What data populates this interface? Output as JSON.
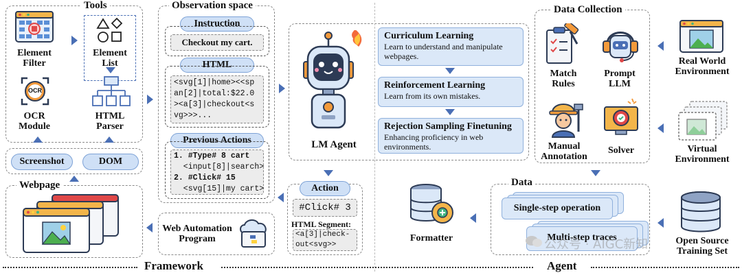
{
  "tools": {
    "title": "Tools",
    "element_filter": [
      "Element",
      "Filter"
    ],
    "element_list": [
      "Element",
      "List"
    ],
    "ocr_badge": "OCR",
    "ocr_module": [
      "OCR",
      "Module"
    ],
    "html_parser": [
      "HTML",
      "Parser"
    ],
    "screenshot": "Screenshot",
    "dom": "DOM",
    "webpage": "Webpage"
  },
  "observation": {
    "title": "Observation space",
    "instruction_label": "Instruction",
    "instruction_text": "Checkout my cart.",
    "html_label": "HTML",
    "html_lines": [
      "<svg[1]|home><<sp",
      "an[2]|total:$22.0",
      "><a[3]|checkout<s",
      "vg>>>..."
    ],
    "prev_label": "Previous Actions",
    "prev_lines": [
      "1. #Type# 8 cart",
      "  <input[8]|search>",
      "2. #Click# 15",
      "  <svg[15]|my cart>"
    ]
  },
  "agent": {
    "label": "LM Agent",
    "curriculum_title": "Curriculum Learning",
    "curriculum_text": "Learn to understand and manipulate webpages.",
    "rl_title": "Reinforcement Learning",
    "rl_text": "Learn from its own mistakes.",
    "rs_title": "Rejection Sampling Finetuning",
    "rs_text": "Enhancing proficiency in web environments."
  },
  "action": {
    "label": "Action",
    "code": "#Click# 3",
    "segment_label": "HTML Segment:",
    "segment_lines": [
      "<a[3]|check-",
      "out<svg>>"
    ]
  },
  "web_automation": [
    "Web Automation",
    "Program"
  ],
  "data_collection": {
    "title": "Data Collection",
    "match_rules": [
      "Match",
      "Rules"
    ],
    "prompt_llm": [
      "Prompt",
      "LLM"
    ],
    "manual_annotation": [
      "Manual",
      "Annotation"
    ],
    "solver": "Solver"
  },
  "environments": {
    "real_world": [
      "Real World",
      "Environment"
    ],
    "virtual": [
      "Virtual",
      "Environment"
    ],
    "open_source": [
      "Open Source",
      "Training Set"
    ]
  },
  "data": {
    "title": "Data",
    "single_step": "Single-step operation",
    "multi_step": "Multi-step traces"
  },
  "formatter": "Formatter",
  "footer": {
    "framework": "Framework",
    "agent": "Agent"
  },
  "watermark": "公众号 · AIGC新知",
  "colors": {
    "arrow": "#4a6fb5",
    "pill_fill": "#cfe0f6",
    "box_fill": "#dbe8f8"
  }
}
